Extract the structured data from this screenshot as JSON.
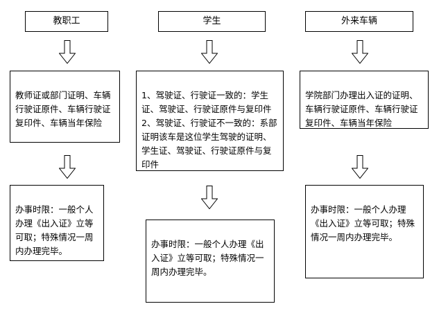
{
  "colors": {
    "background": "#ffffff",
    "border": "#000000",
    "text": "#000000"
  },
  "flowchart": {
    "columns": [
      {
        "header": "教职工",
        "requirements": "教师证或部门证明、车辆行驶证原件、车辆行驶证复印件、车辆当年保险",
        "time_limit": "办事时限：一般个人办理《出入证》立等可取；特殊情况一周内办理完毕。"
      },
      {
        "header": "学生",
        "requirements": "1、驾驶证、行驶证一致的：学生证、驾驶证、行驶证原件与复印件\n2、驾驶证、行驶证不一致的：系部证明该车是这位学生驾驶的证明、学生证、驾驶证、行驶证原件与复印件",
        "time_limit": "办事时限：一般个人办理《出入证》立等可取；特殊情况一周内办理完毕。"
      },
      {
        "header": "外来车辆",
        "requirements": "学院部门办理出入证的证明、车辆行驶证原件、车辆行驶证复印件、车辆当年保险",
        "time_limit": "办事时限：一般个人办理《出入证》立等可取；特殊情况一周内办理完毕。"
      }
    ]
  }
}
